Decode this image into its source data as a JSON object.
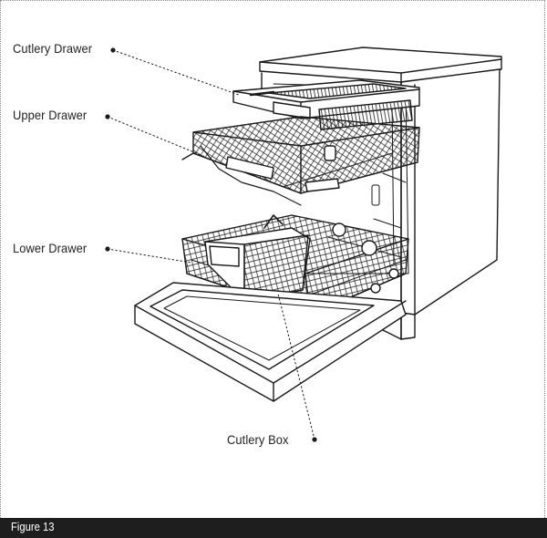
{
  "labels": {
    "cutlery_drawer": "Cutlery Drawer",
    "upper_drawer": "Upper Drawer",
    "lower_drawer": "Lower Drawer",
    "cutlery_box": "Cutlery Box"
  },
  "caption": "Figure 13",
  "colors": {
    "line": "#1a1a1a",
    "caption_bar": "#1e1e1e",
    "caption_text": "#ffffff"
  }
}
